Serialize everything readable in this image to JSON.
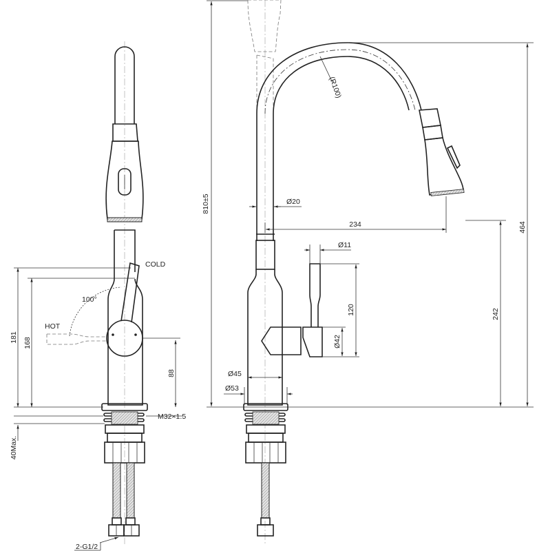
{
  "title": "Pull-out kitchen faucet technical drawing",
  "front_view": {
    "labels": {
      "cold": "COLD",
      "hot": "HOT",
      "angle": "100°",
      "thread": "M32×1.5",
      "connector": "2-G1/2"
    },
    "dimensions": {
      "lever_top_height": "181",
      "body_height": "168",
      "handle_center_height": "88",
      "max_counter_thickness": "40Max."
    }
  },
  "side_view": {
    "labels": {
      "radius": "(R100)"
    },
    "dimensions": {
      "total_height": "810±5",
      "spout_height": "464",
      "outlet_height": "242",
      "reach": "234",
      "spout_diameter": "Ø20",
      "lever_diameter": "Ø11",
      "lever_length": "120",
      "handle_diameter": "Ø42",
      "body_diameter": "Ø45",
      "base_diameter": "Ø53"
    }
  }
}
